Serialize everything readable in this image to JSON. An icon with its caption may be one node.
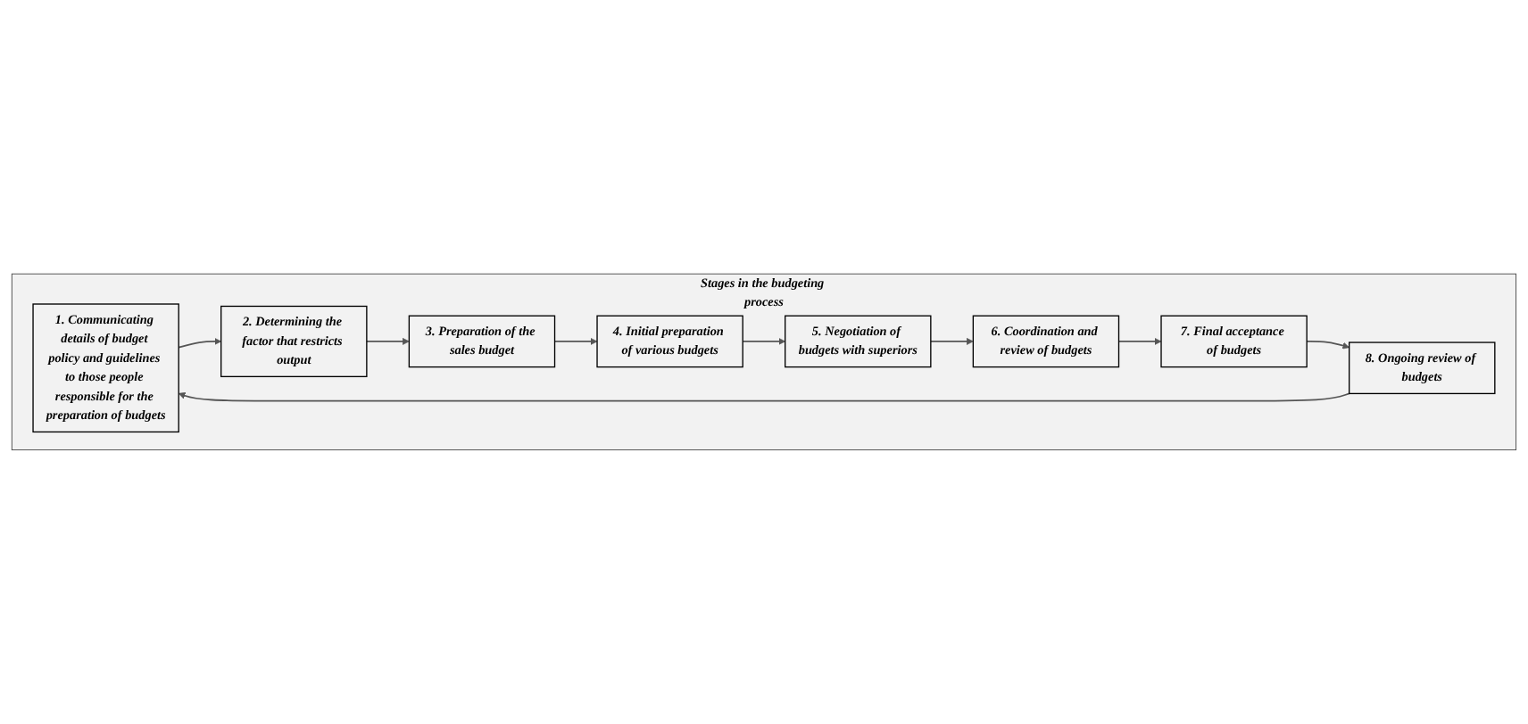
{
  "diagram": {
    "nodes": [
      {
        "text": [
          "Stages in the budgeting process"
        ]
      },
      {
        "text": [
          "1. Communicating details of budget policy and guidelines to those people responsible for the preparation of budgets"
        ],
        "in": 0
      },
      {
        "text": [
          "2. Determining the factor that restricts output"
        ],
        "in": 0
      },
      {
        "text": [
          "3. Preparation of the sales budget"
        ],
        "in": 0
      },
      {
        "text": [
          "4. Initial preparation of various budgets"
        ],
        "in": 0
      },
      {
        "text": [
          "5. Negotiation of budgets with superiors"
        ],
        "in": 0
      },
      {
        "text": [
          "6. Coordination and review of budgets"
        ],
        "in": 0
      },
      {
        "text": [
          "7. Final acceptance of budgets"
        ],
        "in": 0
      },
      {
        "text": [
          "8. Ongoing review of budgets"
        ],
        "in": 0
      }
    ],
    "edges": [
      {
        "from": 1,
        "to": 2,
        "arrow": "to"
      },
      {
        "from": 2,
        "to": 3,
        "arrow": "to"
      },
      {
        "from": 3,
        "to": 4,
        "arrow": "to"
      },
      {
        "from": 4,
        "to": 5,
        "arrow": "to"
      },
      {
        "from": 5,
        "to": 6,
        "arrow": "to"
      },
      {
        "from": 6,
        "to": 7,
        "arrow": "to"
      },
      {
        "from": 7,
        "to": 8,
        "arrow": "to"
      },
      {
        "from": 8,
        "to": 1,
        "arrow": "to"
      }
    ]
  }
}
